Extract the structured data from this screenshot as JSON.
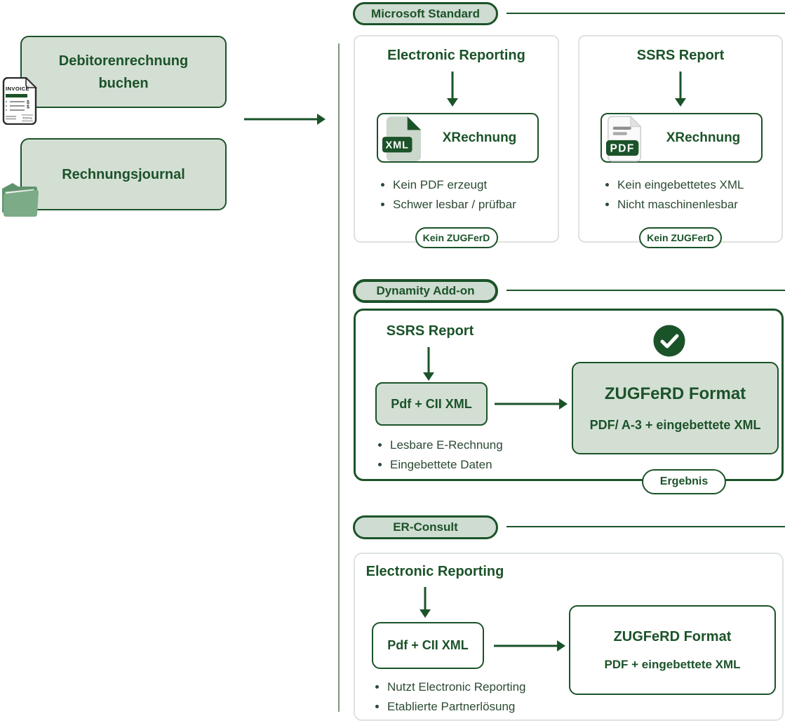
{
  "colors": {
    "dark_green": "#1b5329",
    "light_fill": "#d4dfd4",
    "pill_fill": "#cfdcd1",
    "card_border": "#dde3de",
    "bullet_text": "#2c4a33",
    "separator": "#80957e",
    "folder_green": "#7cab88"
  },
  "inputs": {
    "box1": "Debitorenrechnung buchen",
    "box2": "Rechnungsjournal"
  },
  "icons": {
    "invoice_title": "INVOICE",
    "invoice_total": "TOTAL",
    "xml_label": "XML",
    "pdf_label": "PDF"
  },
  "sections": {
    "microsoft": {
      "label": "Microsoft Standard",
      "cards": [
        {
          "title": "Electronic Reporting",
          "format": "XRechnung",
          "bullets": [
            "Kein PDF erzeugt",
            "Schwer lesbar / prüfbar"
          ],
          "badge": "Kein ZUGFerD"
        },
        {
          "title": "SSRS Report",
          "format": "XRechnung",
          "bullets": [
            "Kein eingebettetes XML",
            "Nicht maschinenlesbar"
          ],
          "badge": "Kein ZUGFerD"
        }
      ]
    },
    "dynamity": {
      "label": "Dynamity Add-on",
      "title": "SSRS Report",
      "step": "Pdf + CII XML",
      "result_title": "ZUGFeRD Format",
      "result_subtitle": "PDF/ A-3 + eingebettete XML",
      "bullets": [
        "Lesbare E-Rechnung",
        "Eingebettete Daten"
      ],
      "badge": "Ergebnis"
    },
    "er_consult": {
      "label": "ER-Consult",
      "title": "Electronic Reporting",
      "step": "Pdf + CII XML",
      "result_title": "ZUGFeRD Format",
      "result_subtitle": "PDF + eingebettete XML",
      "bullets": [
        "Nutzt Electronic Reporting",
        "Etablierte Partnerlösung"
      ]
    }
  }
}
